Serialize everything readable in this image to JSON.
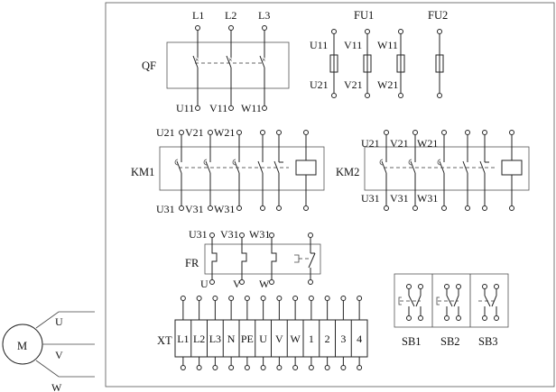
{
  "panel": {
    "qf": {
      "tag": "QF",
      "inputs": [
        "L1",
        "L2",
        "L3"
      ],
      "outputs": [
        "U11",
        "V11",
        "W11"
      ]
    },
    "fuses": {
      "fu1": {
        "tag": "FU1",
        "inputs": [
          "U11",
          "V11",
          "W11"
        ],
        "outputs": [
          "U21",
          "V21",
          "W21"
        ]
      },
      "fu2": {
        "tag": "FU2"
      }
    },
    "km1": {
      "tag": "KM1",
      "inputs": [
        "U21",
        "V21",
        "W21"
      ],
      "outputs": [
        "U31",
        "V31",
        "W31"
      ]
    },
    "km2": {
      "tag": "KM2",
      "inputs": [
        "U21",
        "V21",
        "W21"
      ],
      "outputs": [
        "U31",
        "V31",
        "W31"
      ]
    },
    "fr": {
      "tag": "FR",
      "inputs": [
        "U31",
        "V31",
        "W31"
      ],
      "outputs": [
        "U",
        "V",
        "W"
      ]
    },
    "buttons": [
      "SB1",
      "SB2",
      "SB3"
    ],
    "xt": {
      "tag": "XT",
      "cells": [
        "L1",
        "L2",
        "L3",
        "N",
        "PE",
        "U",
        "V",
        "W",
        "1",
        "2",
        "3",
        "4"
      ]
    }
  },
  "motor": {
    "tag": "M",
    "phases": [
      "U",
      "V",
      "W"
    ]
  }
}
